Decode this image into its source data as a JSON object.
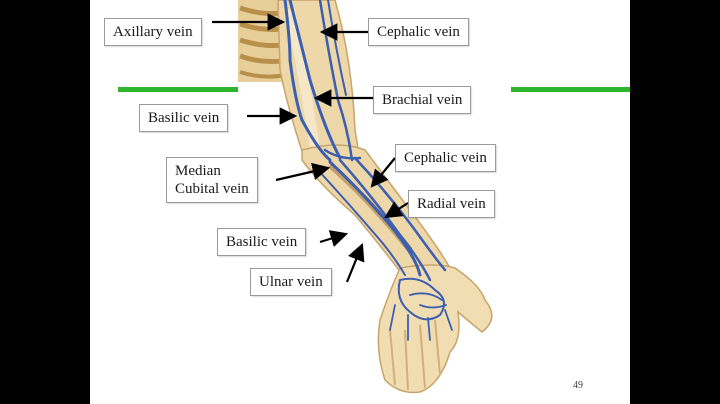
{
  "slide": {
    "page_number": "49",
    "accent_color": "#2db52d",
    "labels": {
      "axillary": "Axillary vein",
      "cephalic_upper": "Cephalic vein",
      "brachial": "Brachial vein",
      "basilic_upper": "Basilic vein",
      "median_cubital_line1": "Median",
      "median_cubital_line2": "Cubital  vein",
      "cephalic_lower": "Cephalic vein",
      "radial": "Radial vein",
      "basilic_lower": "Basilic vein",
      "ulnar": "Ulnar vein"
    }
  }
}
